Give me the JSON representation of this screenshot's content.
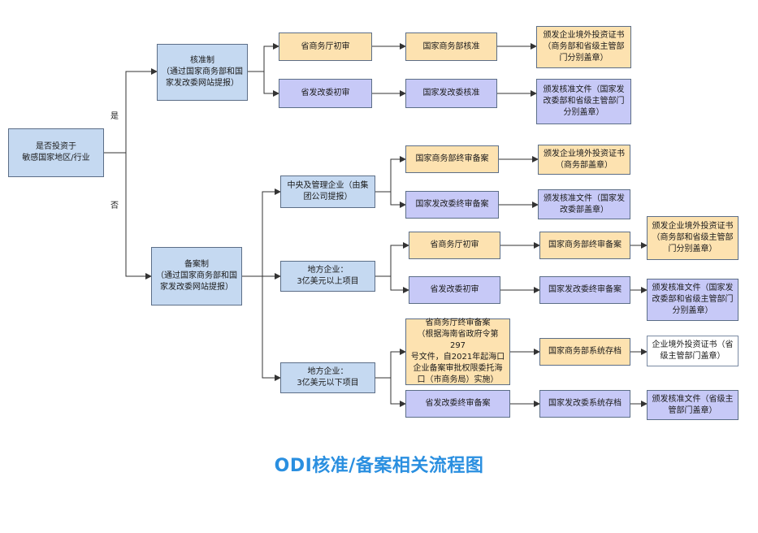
{
  "root": "是否投资于\n敏感国家地区/行业",
  "labels": {
    "yes": "是",
    "no": "否"
  },
  "approval": {
    "head": "核准制\n（通过国家商务部和国\n家发改委网站提报）",
    "row1": [
      "省商务厅初审",
      "国家商务部核准",
      "颁发企业境外投资证书\n（商务部和省级主管部\n门分别盖章）"
    ],
    "row2": [
      "省发改委初审",
      "国家发改委核准",
      "颁发核准文件（国家发\n改委部和省级主管部门\n分别盖章）"
    ]
  },
  "filing": {
    "head": "备案制\n（通过国家商务部和国\n家发改委网站提报）",
    "central": {
      "head": "中央及管理企业（由集\n团公司提报）",
      "row1": [
        "国家商务部终审备案",
        "颁发企业境外投资证书\n（商务部盖章）"
      ],
      "row2": [
        "国家发改委终审备案",
        "颁发核准文件（国家发\n改委部盖章）"
      ]
    },
    "local_above": {
      "head": "地方企业：\n3亿美元以上项目",
      "row1": [
        "省商务厅初审",
        "国家商务部终审备案",
        "颁发企业境外投资证书\n（商务部和省级主管部\n门分别盖章）"
      ],
      "row2": [
        "省发改委初审",
        "国家发改委终审备案",
        "颁发核准文件（国家发\n改委部和省级主管部门\n分别盖章）"
      ]
    },
    "local_below": {
      "head": "地方企业：\n3亿美元以下项目",
      "row1": [
        "省商务厅终审备案\n（根据海南省政府令第297\n号文件，自2021年起海口\n企业备案审批权限委托海\n口（市商务局）实施）",
        "国家商务部系统存档",
        "企业境外投资证书（省\n级主管部门盖章）"
      ],
      "row2": [
        "省发改委终审备案",
        "国家发改委系统存档",
        "颁发核准文件（省级主\n管部门盖章）"
      ]
    }
  },
  "title": "ODI核准/备案相关流程图"
}
